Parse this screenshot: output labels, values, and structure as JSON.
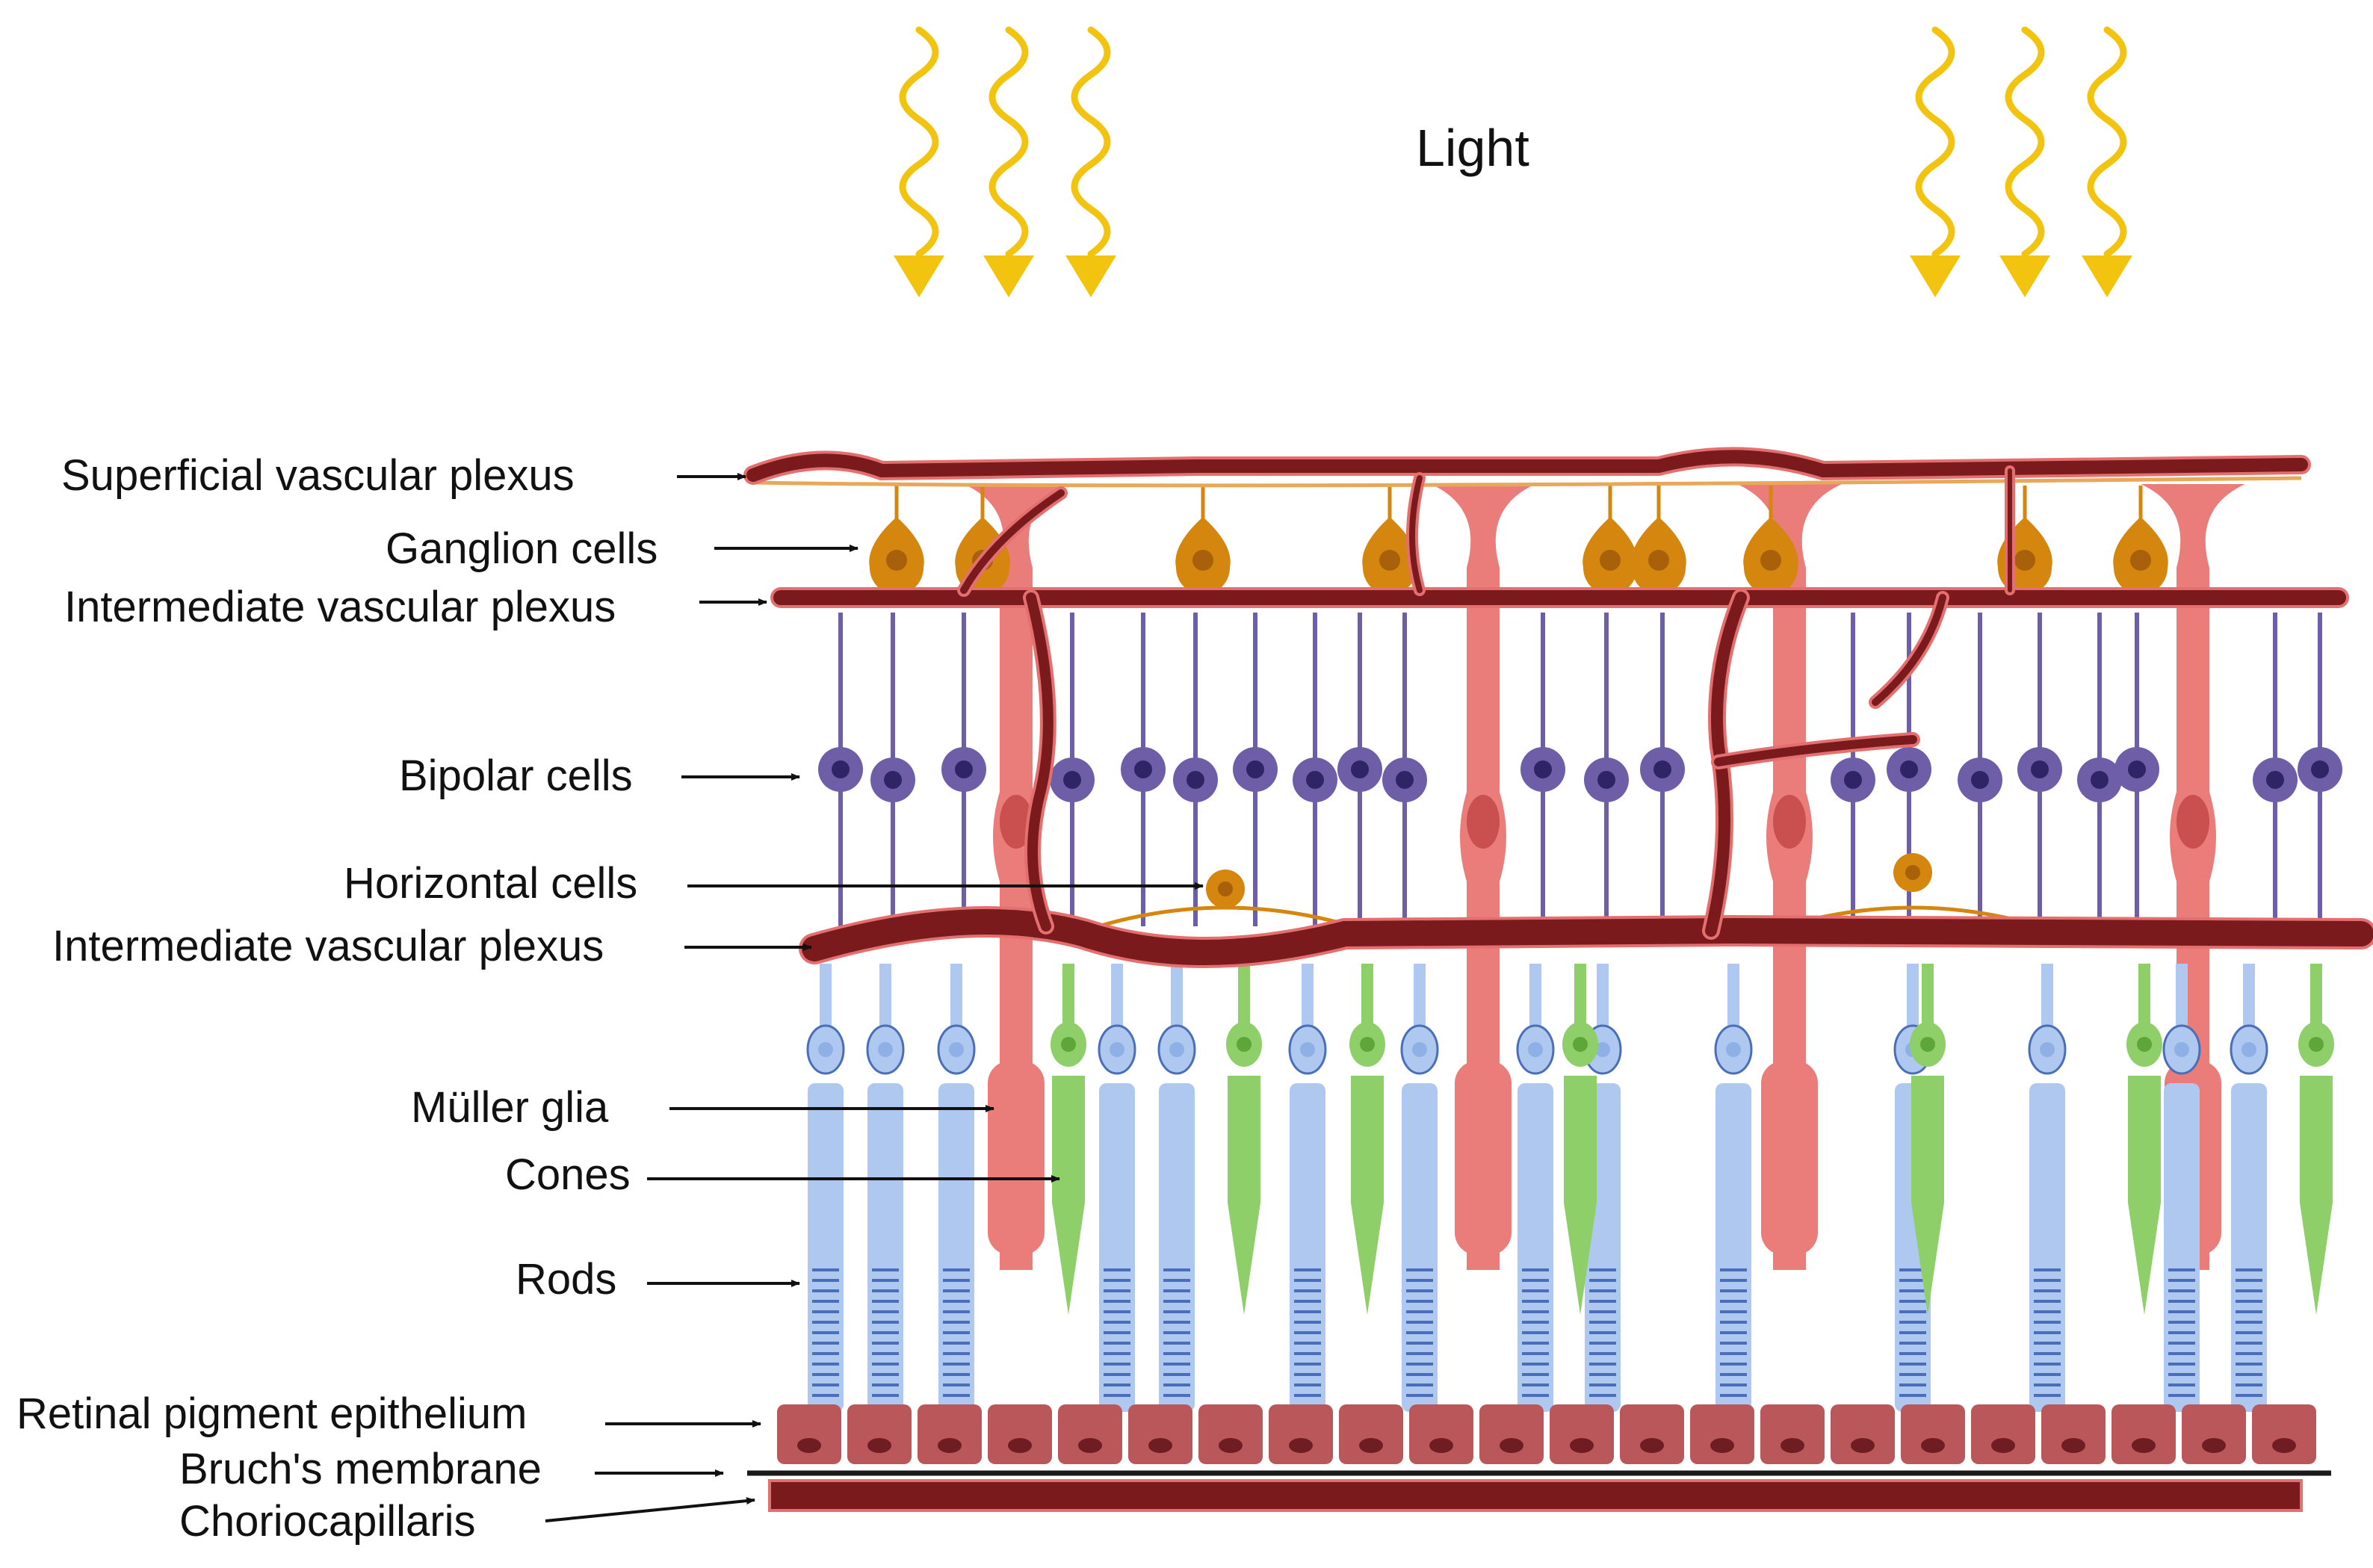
{
  "title": "Light",
  "labels": {
    "superficial": "Superficial vascular plexus",
    "ganglion": "Ganglion cells",
    "intermediate_top": "Intermediate vascular plexus",
    "bipolar": "Bipolar cells",
    "horizontal": "Horizontal cells",
    "intermediate_bottom": "Intermediate vascular plexus",
    "muller": "Müller glia",
    "cones": "Cones",
    "rods": "Rods",
    "rpe": "Retinal pigment epithelium",
    "bruch": "Bruch's membrane",
    "chorio": "Choriocapillaris"
  },
  "colors": {
    "light_ray": "#f2c40f",
    "vessel": "#7a1a1c",
    "vessel_edge": "#e46f6f",
    "ganglion": "#d4860f",
    "ganglion_nucleus": "#a8610a",
    "bipolar": "#6e5ea8",
    "bipolar_nucleus": "#2f2566",
    "muller": "#ea7c7a",
    "muller_nucleus": "#c9504f",
    "rod": "#aec8f0",
    "rod_stripe": "#4a6fb8",
    "cone": "#8fcf6a",
    "rpe": "#b9575a",
    "rpe_nucleus": "#6e1e22",
    "bruch": "#1a1a1a"
  },
  "icons": [
    "light-wave-icon",
    "arrow-icon"
  ]
}
